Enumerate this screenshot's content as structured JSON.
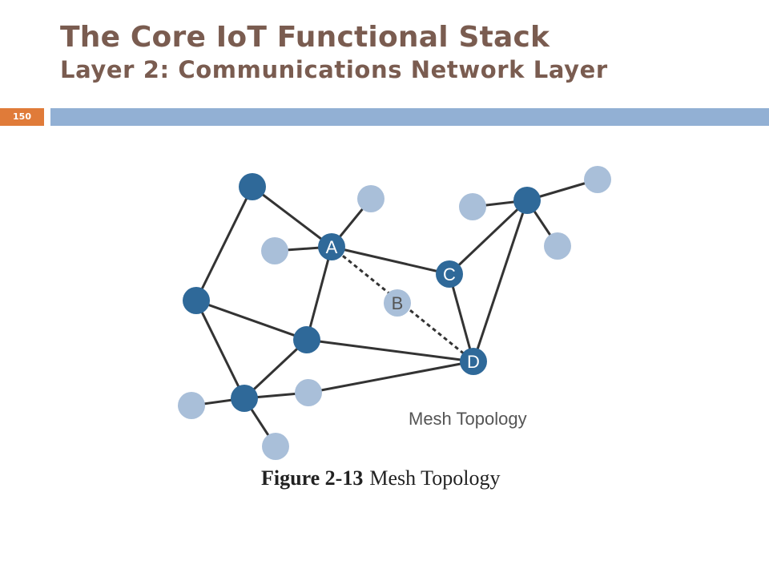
{
  "slide": {
    "title": "The Core IoT Functional Stack",
    "subtitle": "Layer 2: Communications Network Layer",
    "slide_number": "150"
  },
  "diagram": {
    "label": "Mesh Topology",
    "colors": {
      "primary_node": "#2f6999",
      "secondary_node": "#a9bfd9",
      "link": "#333333",
      "node_text": "#ffffff",
      "label_text": "#555555"
    },
    "nodes": [
      {
        "id": "n1",
        "kind": "primary",
        "label": ""
      },
      {
        "id": "n2",
        "kind": "secondary",
        "label": ""
      },
      {
        "id": "n3",
        "kind": "secondary",
        "label": ""
      },
      {
        "id": "A",
        "kind": "primary",
        "label": "A"
      },
      {
        "id": "n5",
        "kind": "secondary",
        "label": ""
      },
      {
        "id": "n6",
        "kind": "primary",
        "label": ""
      },
      {
        "id": "n7",
        "kind": "secondary",
        "label": ""
      },
      {
        "id": "n8",
        "kind": "secondary",
        "label": ""
      },
      {
        "id": "C",
        "kind": "primary",
        "label": "C"
      },
      {
        "id": "n10",
        "kind": "primary",
        "label": ""
      },
      {
        "id": "B",
        "kind": "secondary",
        "label": "B"
      },
      {
        "id": "n12",
        "kind": "primary",
        "label": ""
      },
      {
        "id": "D",
        "kind": "primary",
        "label": "D"
      },
      {
        "id": "n14",
        "kind": "secondary",
        "label": ""
      },
      {
        "id": "n15",
        "kind": "primary",
        "label": ""
      },
      {
        "id": "n16",
        "kind": "secondary",
        "label": ""
      },
      {
        "id": "n17",
        "kind": "secondary",
        "label": ""
      }
    ],
    "links": [
      {
        "from": "n1",
        "to": "A",
        "style": "solid"
      },
      {
        "from": "n1",
        "to": "n10",
        "style": "solid"
      },
      {
        "from": "A",
        "to": "n3",
        "style": "solid"
      },
      {
        "from": "A",
        "to": "n5",
        "style": "solid"
      },
      {
        "from": "A",
        "to": "C",
        "style": "solid"
      },
      {
        "from": "A",
        "to": "n12",
        "style": "solid"
      },
      {
        "from": "A",
        "to": "D",
        "style": "dashed"
      },
      {
        "from": "C",
        "to": "n6",
        "style": "solid"
      },
      {
        "from": "C",
        "to": "D",
        "style": "solid"
      },
      {
        "from": "n6",
        "to": "n2",
        "style": "solid"
      },
      {
        "from": "n6",
        "to": "n7",
        "style": "solid"
      },
      {
        "from": "n6",
        "to": "n8",
        "style": "solid"
      },
      {
        "from": "n6",
        "to": "D",
        "style": "solid"
      },
      {
        "from": "n10",
        "to": "n12",
        "style": "solid"
      },
      {
        "from": "n10",
        "to": "n15",
        "style": "solid"
      },
      {
        "from": "n12",
        "to": "D",
        "style": "solid"
      },
      {
        "from": "n12",
        "to": "n15",
        "style": "solid"
      },
      {
        "from": "n15",
        "to": "n14",
        "style": "solid"
      },
      {
        "from": "n15",
        "to": "n16",
        "style": "solid"
      },
      {
        "from": "n15",
        "to": "n17",
        "style": "solid"
      },
      {
        "from": "n14",
        "to": "D",
        "style": "solid"
      }
    ]
  },
  "caption": {
    "figure_number": "Figure 2-13",
    "text": "Mesh Topology"
  }
}
